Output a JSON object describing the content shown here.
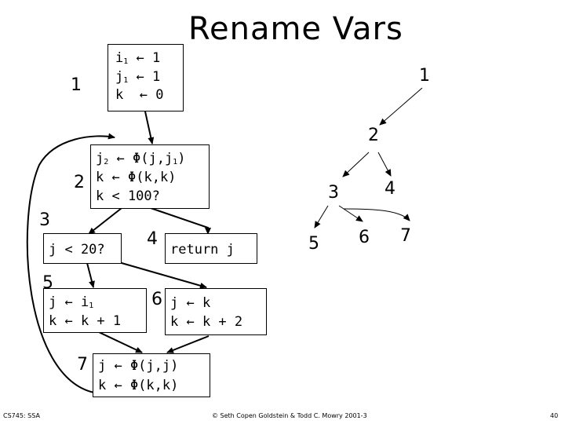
{
  "title": "Rename Vars",
  "cfg": {
    "b1": {
      "num": "1",
      "lines": [
        {
          "v": "i",
          "sub": "1",
          "op": "←",
          "rhs": "1"
        },
        {
          "v": "j",
          "sub": "1",
          "op": "←",
          "rhs": "1"
        },
        {
          "v": "k",
          "sub": "",
          "op": "←",
          "rhs": "0"
        }
      ]
    },
    "b2": {
      "num": "2",
      "lines": [
        {
          "v": "j",
          "sub": "2",
          "op": "←",
          "rhs": "Φ(j,j",
          "rsub": "1",
          "rend": ")"
        },
        {
          "v": "k",
          "sub": "",
          "op": "←",
          "rhs": "Φ(k,k)"
        },
        {
          "v": "k < 100?",
          "sub": "",
          "op": "",
          "rhs": ""
        }
      ]
    },
    "b3": {
      "num": "3",
      "line": "j < 20?"
    },
    "b4": {
      "num": "4",
      "line": "return j"
    },
    "b5": {
      "num": "5",
      "l1v": "j",
      "l1op": "←",
      "l1rhs": "i",
      "l1sub": "1",
      "l2": "k ← k + 1"
    },
    "b6": {
      "num": "6",
      "l1": "j ← k",
      "l2": "k ← k + 2"
    },
    "b7": {
      "num": "7",
      "l1": "j ← Φ(j,j)",
      "l2": "k ← Φ(k,k)"
    }
  },
  "tree": {
    "nodes": [
      "1",
      "2",
      "3",
      "4",
      "5",
      "6",
      "7"
    ]
  },
  "footer": {
    "left": "CS745: SSA",
    "center": "© Seth Copen Goldstein & Todd C. Mowry 2001-3",
    "right": "40"
  }
}
